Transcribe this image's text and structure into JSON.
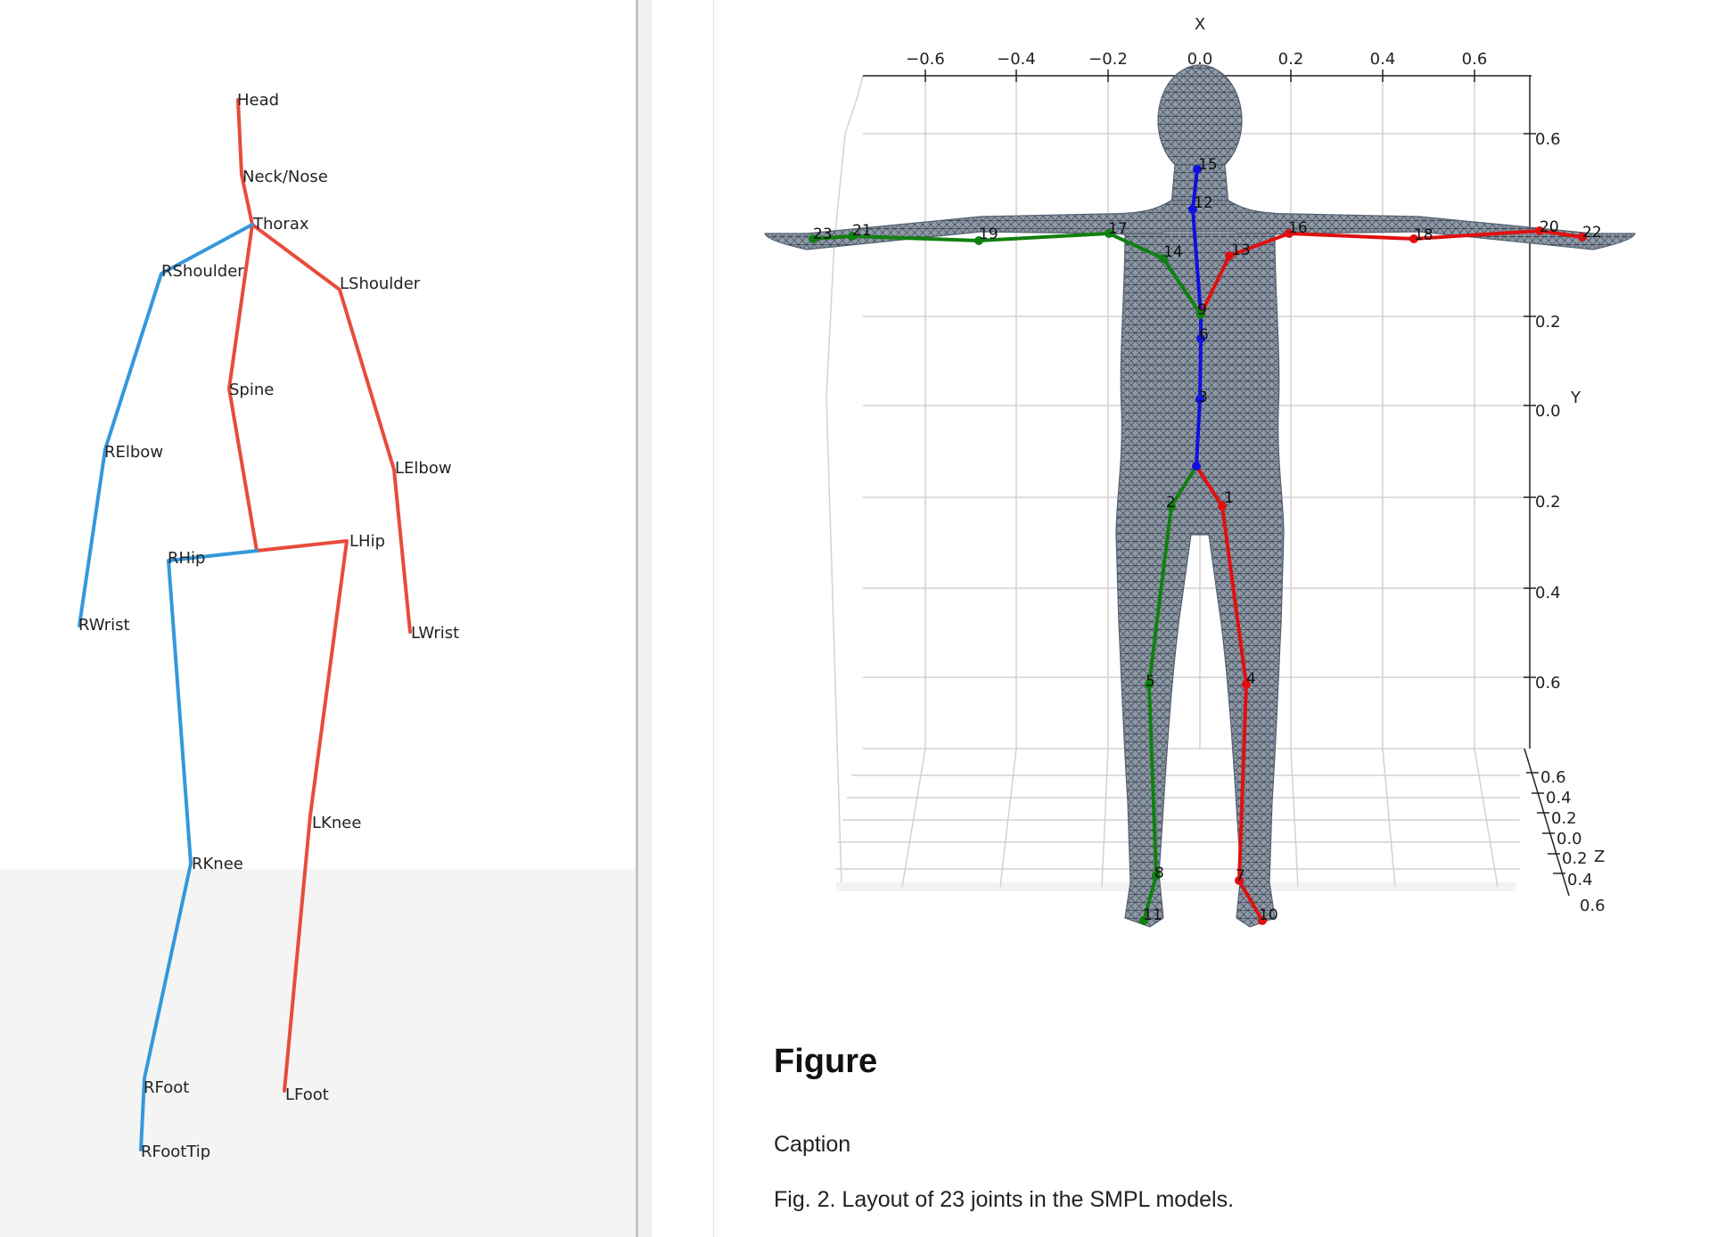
{
  "left_skeleton": {
    "colors": {
      "left_side": "#e74c3c",
      "right_side": "#3498db"
    },
    "joints": {
      "head": "Head",
      "neck": "Neck/Nose",
      "thorax": "Thorax",
      "rshoulder": "RShoulder",
      "lshoulder": "LShoulder",
      "spine": "Spine",
      "relbow": "RElbow",
      "lelbow": "LElbow",
      "rhip": "RHip",
      "lhip": "LHip",
      "rwrist": "RWrist",
      "lwrist": "LWrist",
      "lknee": "LKnee",
      "rknee": "RKnee",
      "rfoot": "RFoot",
      "lfoot": "LFoot",
      "rfoottip": "RFootTip"
    }
  },
  "plot3d": {
    "axis_x_label": "X",
    "axis_y_label": "Y",
    "axis_z_label": "Z",
    "x_ticks": [
      "−0.6",
      "−0.4",
      "−0.2",
      "0.0",
      "0.2",
      "0.4",
      "0.6"
    ],
    "y_ticks": [
      "0.6",
      "0.2",
      "0.0",
      "0.2",
      "0.4",
      "0.6"
    ],
    "z_ticks": [
      "0.6",
      "0.4",
      "0.2",
      "0.0",
      "0.2",
      "0.4",
      "0.6"
    ],
    "chain_colors": {
      "spine": "#1010e0",
      "left": "#e01010",
      "right": "#108010"
    },
    "joint_labels": [
      "1",
      "2",
      "3",
      "4",
      "5",
      "6",
      "7",
      "8",
      "9",
      "10",
      "11",
      "12",
      "13",
      "14",
      "15",
      "16",
      "17",
      "18",
      "19",
      "20",
      "21",
      "22",
      "23"
    ]
  },
  "figure": {
    "heading": "Figure",
    "caption_label": "Caption",
    "caption_text": "Fig. 2. Layout of 23 joints in the SMPL models."
  }
}
